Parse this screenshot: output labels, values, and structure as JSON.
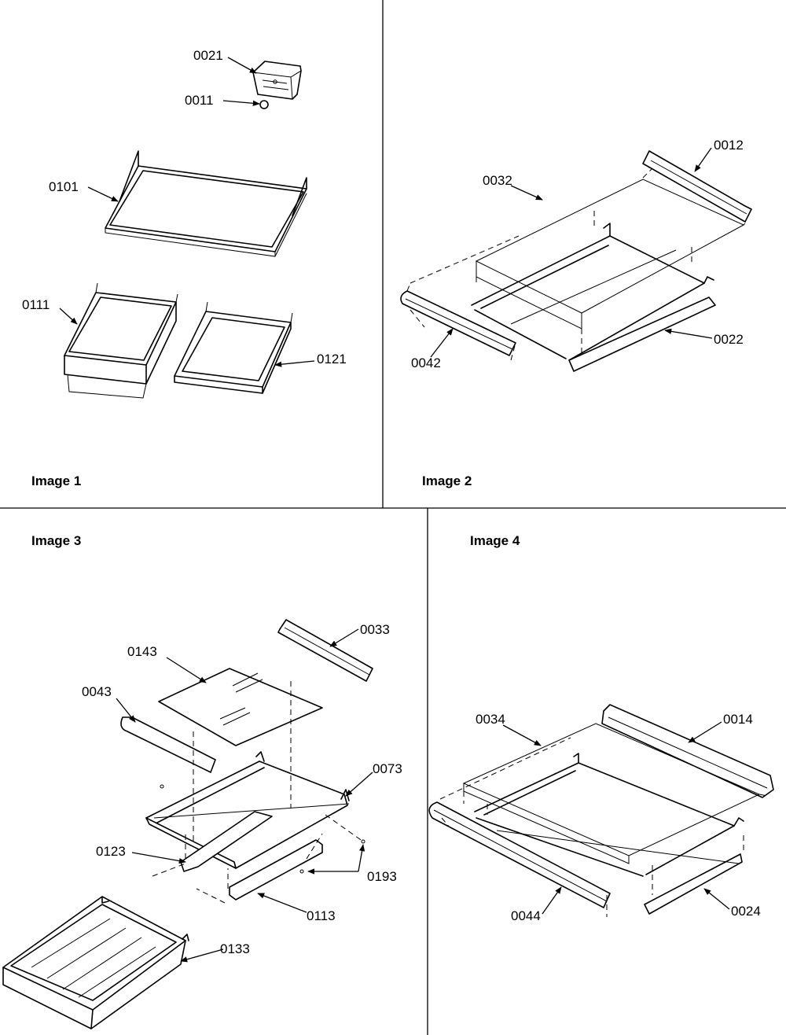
{
  "panels": [
    {
      "label": "Image 1",
      "callouts": [
        "0021",
        "0011",
        "0101",
        "0111",
        "0121"
      ]
    },
    {
      "label": "Image 2",
      "callouts": [
        "0012",
        "0032",
        "0022",
        "0042"
      ]
    },
    {
      "label": "Image 3",
      "callouts": [
        "0033",
        "0143",
        "0043",
        "0073",
        "0123",
        "0193",
        "0113",
        "0133"
      ]
    },
    {
      "label": "Image 4",
      "callouts": [
        "0034",
        "0014",
        "0044",
        "0024"
      ]
    }
  ]
}
